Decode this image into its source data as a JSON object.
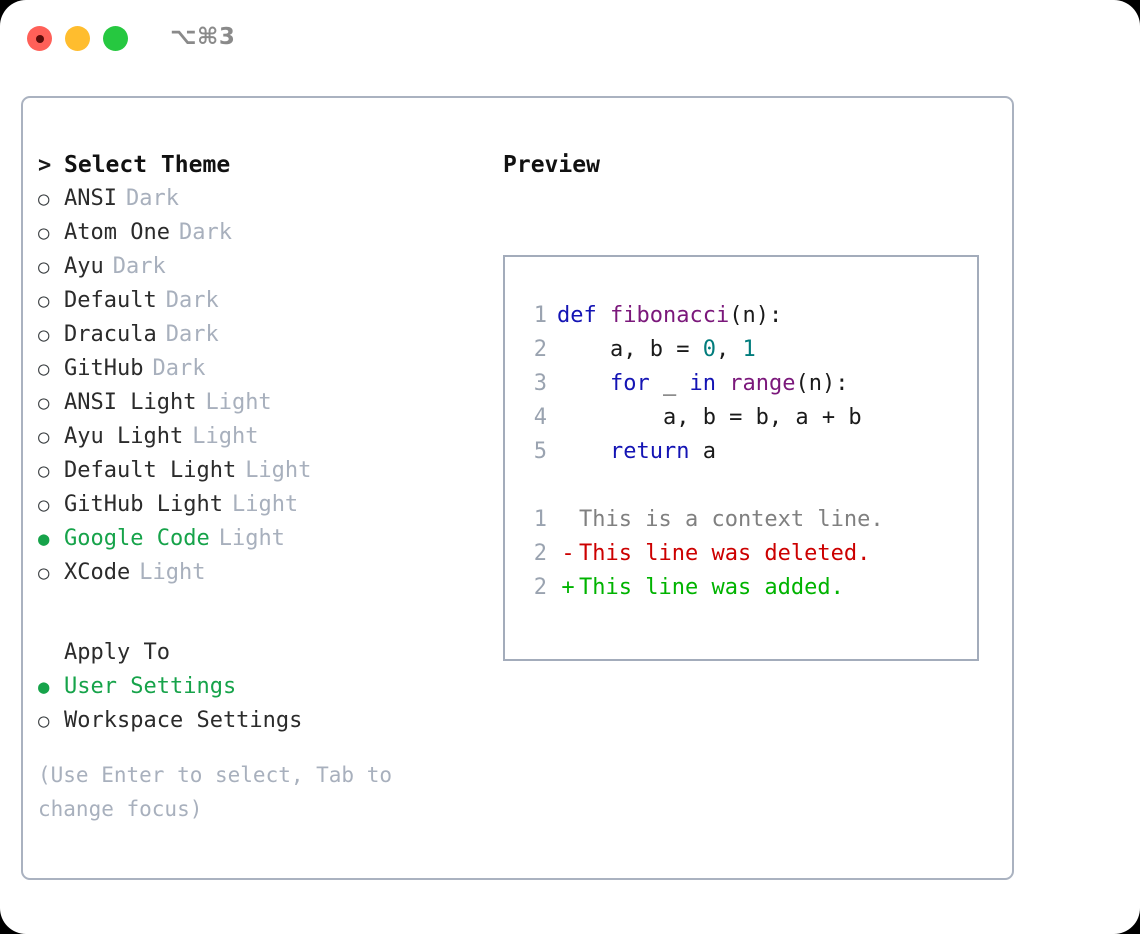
{
  "titlebar": {
    "shortcut": "⌥⌘3",
    "buttons": {
      "close": "close",
      "minimize": "minimize",
      "maximize": "maximize"
    }
  },
  "theme_picker": {
    "header": {
      "caret": ">",
      "label": "Select Theme"
    },
    "marker_selected": "●",
    "marker_unselected": "○",
    "items": [
      {
        "name": "ANSI",
        "variant": "Dark",
        "selected": false
      },
      {
        "name": "Atom One",
        "variant": "Dark",
        "selected": false
      },
      {
        "name": "Ayu",
        "variant": "Dark",
        "selected": false
      },
      {
        "name": "Default",
        "variant": "Dark",
        "selected": false
      },
      {
        "name": "Dracula",
        "variant": "Dark",
        "selected": false
      },
      {
        "name": "GitHub",
        "variant": "Dark",
        "selected": false
      },
      {
        "name": "ANSI Light",
        "variant": "Light",
        "selected": false
      },
      {
        "name": "Ayu Light",
        "variant": "Light",
        "selected": false
      },
      {
        "name": "Default Light",
        "variant": "Light",
        "selected": false
      },
      {
        "name": "GitHub Light",
        "variant": "Light",
        "selected": false
      },
      {
        "name": "Google Code",
        "variant": "Light",
        "selected": true
      },
      {
        "name": "XCode",
        "variant": "Light",
        "selected": false
      }
    ]
  },
  "apply_to": {
    "header": "Apply To",
    "options": [
      {
        "name": "User Settings",
        "selected": true
      },
      {
        "name": "Workspace Settings",
        "selected": false
      }
    ]
  },
  "hint": "(Use Enter to select, Tab to change focus)",
  "preview": {
    "title": "Preview",
    "code_lines": [
      {
        "no": "1",
        "tokens": [
          {
            "text": "def ",
            "type": "kw"
          },
          {
            "text": "fibonacci",
            "type": "fn"
          },
          {
            "text": "(n):",
            "type": "pl"
          }
        ]
      },
      {
        "no": "2",
        "tokens": [
          {
            "text": "    a, b = ",
            "type": "pl"
          },
          {
            "text": "0",
            "type": "num"
          },
          {
            "text": ", ",
            "type": "pl"
          },
          {
            "text": "1",
            "type": "num"
          }
        ]
      },
      {
        "no": "3",
        "tokens": [
          {
            "text": "    ",
            "type": "pl"
          },
          {
            "text": "for",
            "type": "kw"
          },
          {
            "text": " _ ",
            "type": "pl"
          },
          {
            "text": "in",
            "type": "kw"
          },
          {
            "text": " ",
            "type": "pl"
          },
          {
            "text": "range",
            "type": "fn"
          },
          {
            "text": "(n):",
            "type": "pl"
          }
        ]
      },
      {
        "no": "4",
        "tokens": [
          {
            "text": "        a, b = b, a + b",
            "type": "pl"
          }
        ]
      },
      {
        "no": "5",
        "tokens": [
          {
            "text": "    ",
            "type": "pl"
          },
          {
            "text": "return",
            "type": "kw"
          },
          {
            "text": " a",
            "type": "pl"
          }
        ]
      }
    ],
    "diff_lines": [
      {
        "no": "1",
        "sign": " ",
        "text": "This is a context line.",
        "kind": "ctx"
      },
      {
        "no": "2",
        "sign": "-",
        "text": "This line was deleted.",
        "kind": "del"
      },
      {
        "no": "2",
        "sign": "+",
        "text": "This line was added.",
        "kind": "add"
      }
    ]
  },
  "colors": {
    "accent_green": "#16a34a",
    "muted": "#a8b0bd",
    "border": "#aab2c0",
    "keyword": "#1414b4",
    "function": "#7b187b",
    "number": "#017c7c",
    "diff_add": "#00b300",
    "diff_del": "#cc0000",
    "diff_ctx": "#808080",
    "traffic_close": "#FF6058",
    "traffic_min": "#FFBD2E",
    "traffic_max": "#26C840"
  }
}
